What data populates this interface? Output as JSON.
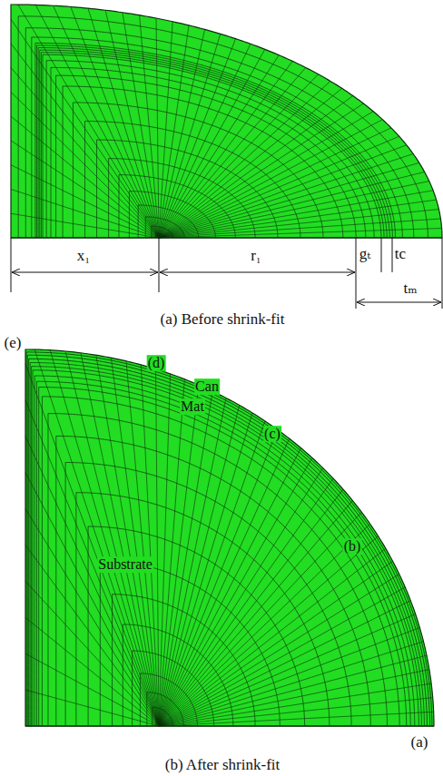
{
  "diagram": {
    "labels": [
      "x₁",
      "r₁",
      "gₜ",
      "tc",
      "tₘ",
      "(a) Before shrink-fit",
      "(e)",
      "(d)",
      "Can",
      "Mat",
      "(c)",
      "(b)",
      "Substrate",
      "(a)",
      "(b) After shrink-fit"
    ]
  }
}
